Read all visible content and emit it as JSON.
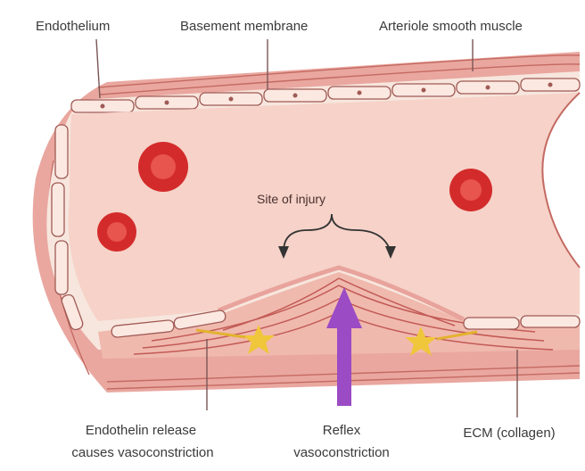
{
  "labels": {
    "endothelium": "Endothelium",
    "basement_membrane": "Basement membrane",
    "arteriole_smooth_muscle": "Arteriole smooth muscle",
    "site_of_injury": "Site of injury",
    "endothelin_line1": "Endothelin release",
    "endothelin_line2": "causes vasoconstriction",
    "reflex_line1": "Reflex",
    "reflex_line2": "vasoconstriction",
    "ecm": "ECM (collagen)"
  },
  "colors": {
    "vessel_wall": "#e7a29a",
    "wall_stripe": "#c96b64",
    "lumen": "#f6d2c8",
    "endothelial_cell": "#fbe8e1",
    "rbc": "#d32b2b",
    "platelet_star": "#f0c63a",
    "reflex_arrow": "#9b4bc4"
  },
  "icons": {
    "rbc": "red-blood-cell-icon",
    "star": "activation-star-icon",
    "arrow": "up-arrow-icon"
  }
}
